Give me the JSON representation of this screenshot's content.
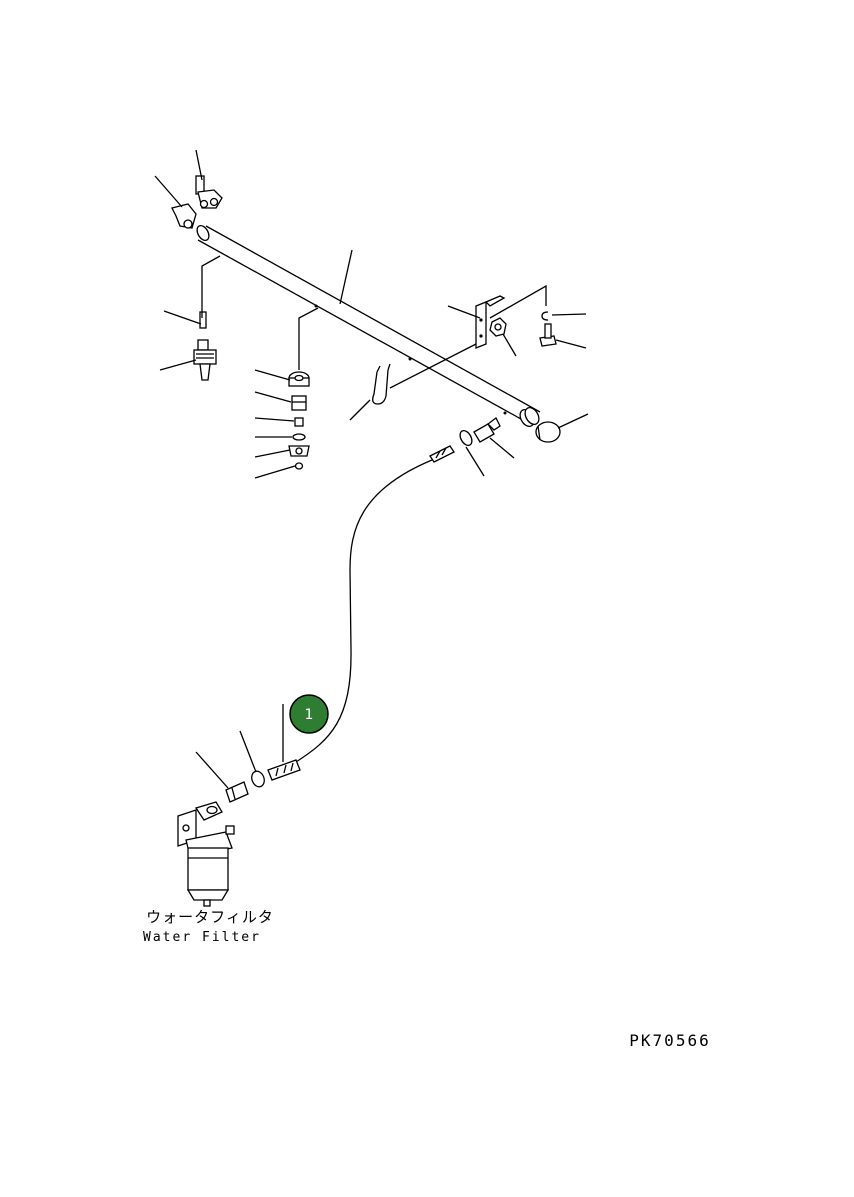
{
  "labels": {
    "water_filter_jp": "ウォータフィルタ",
    "water_filter_en": "Water Filter",
    "drawing_number": "PK70566"
  },
  "callouts": [
    {
      "number": "1",
      "color": "#2e7d32"
    }
  ]
}
